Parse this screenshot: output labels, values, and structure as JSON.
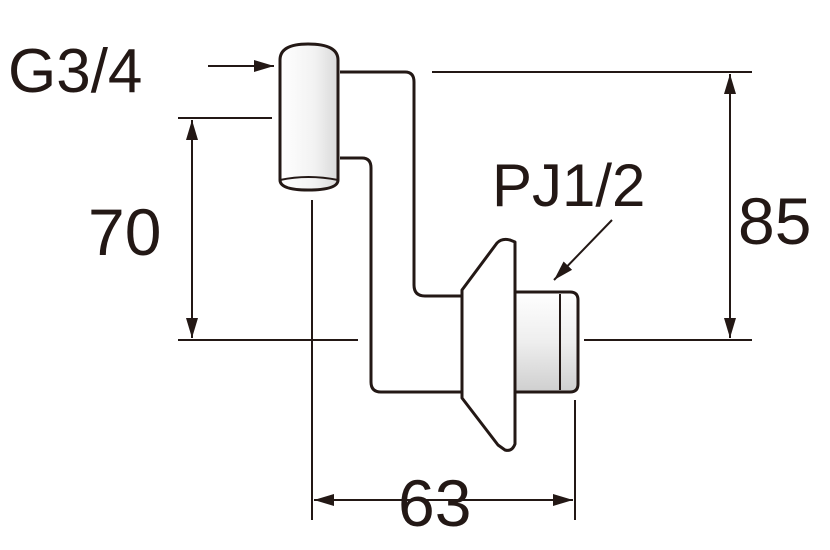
{
  "labels": {
    "inlet_thread": "G3/4",
    "outlet_thread": "PJ1/2",
    "height_70": "70",
    "height_85": "85",
    "width_63": "63"
  },
  "colors": {
    "line": "#231815",
    "background": "#ffffff",
    "shade": "#e6e6e6"
  }
}
